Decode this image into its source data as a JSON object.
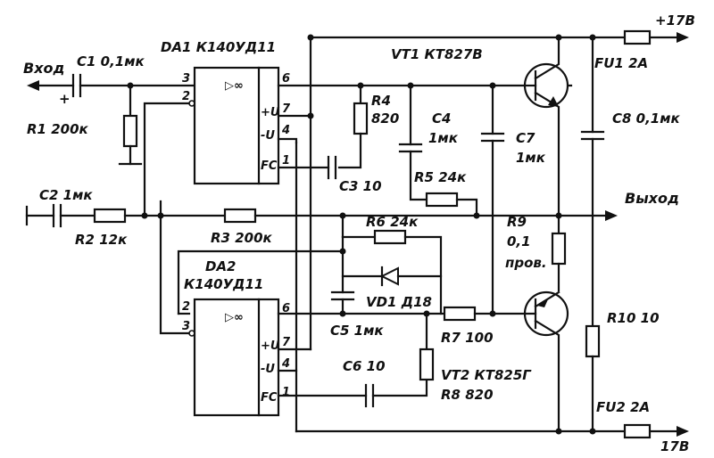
{
  "title": "",
  "labels": {
    "vhod": "Вход",
    "vyhod": "Выход",
    "plus17": "+17В",
    "minus17": "17В",
    "plus_sign": "+",
    "c1": "С1  0,1мк",
    "r1": "R1  200к",
    "c2": "С2 1мк",
    "r2": "R2  12к",
    "r3": "R3  200к",
    "da1": "DA1  К140УД11",
    "da2_line1": "DA2",
    "da2_line2": "К140УД11",
    "vt1": "VT1  КТ827В",
    "vt2": "VT2  КТ825Г",
    "r4_name": "R4",
    "r4_val": "820",
    "c3": "С3  10",
    "c4_name": "С4",
    "c4_val": "1мк",
    "r5": "R5  24к",
    "c7_name": "С7",
    "c7_val": "1мк",
    "c8": "С8  0,1мк",
    "fu1": "FU1  2А",
    "fu2": "FU2  2А",
    "r6": "R6  24к",
    "vd1": "VD1  Д18",
    "c5": "С5  1мк",
    "r7": "R7  100",
    "r8": "R8  820",
    "c6": "С6  10",
    "r9_name": "R9",
    "r9_val": "0,1",
    "r9_note": "пров.",
    "r10": "R10  10",
    "opamp_symbol": "▷∞"
  },
  "da1_pins": {
    "p3": "3",
    "p2": "2",
    "p6": "6",
    "p7": "7",
    "p4": "4",
    "p1": "1",
    "plus_u": "+U",
    "minus_u": "-U",
    "fc": "FC"
  },
  "da2_pins": {
    "p2": "2",
    "p3": "3",
    "p6": "6",
    "p7": "7",
    "p4": "4",
    "p1": "1",
    "plus_u": "+U",
    "minus_u": "-U",
    "fc": "FC"
  }
}
